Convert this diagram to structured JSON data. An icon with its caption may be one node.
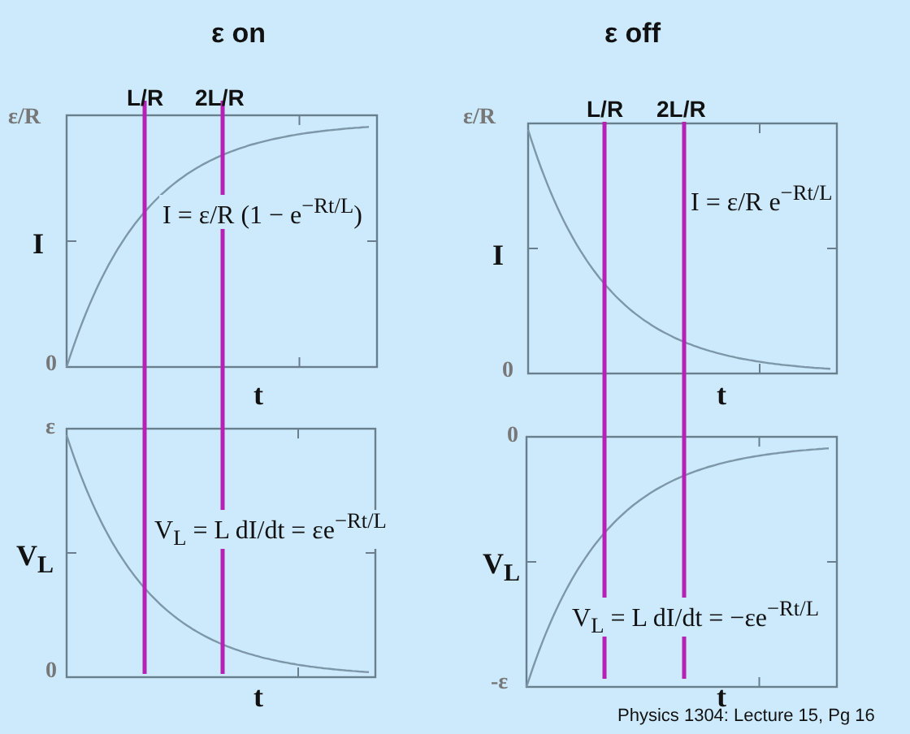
{
  "diagram": {
    "labels": [
      "ε on",
      "ε off",
      "L/R",
      "2L/R",
      "L/R",
      "2L/R",
      "ε/R",
      "ε/R",
      "I",
      "I = ε/R (1 − e$^{−Rt/L}$)",
      "I",
      "I = ε/R e$^{−Rt/L}$",
      "0",
      "t",
      "0",
      "t",
      "ε",
      "0",
      "V$_{L}$",
      "V$_{L}$ = L dI/dt = εe$^{−Rt/L}$",
      "V$_{L}$",
      "V$_{L}$ = L dI/dt = −εe$^{−Rt/L}$",
      "0",
      "t",
      "-ε",
      "t",
      "Physics 1304: Lecture 15, Pg 16"
    ]
  }
}
